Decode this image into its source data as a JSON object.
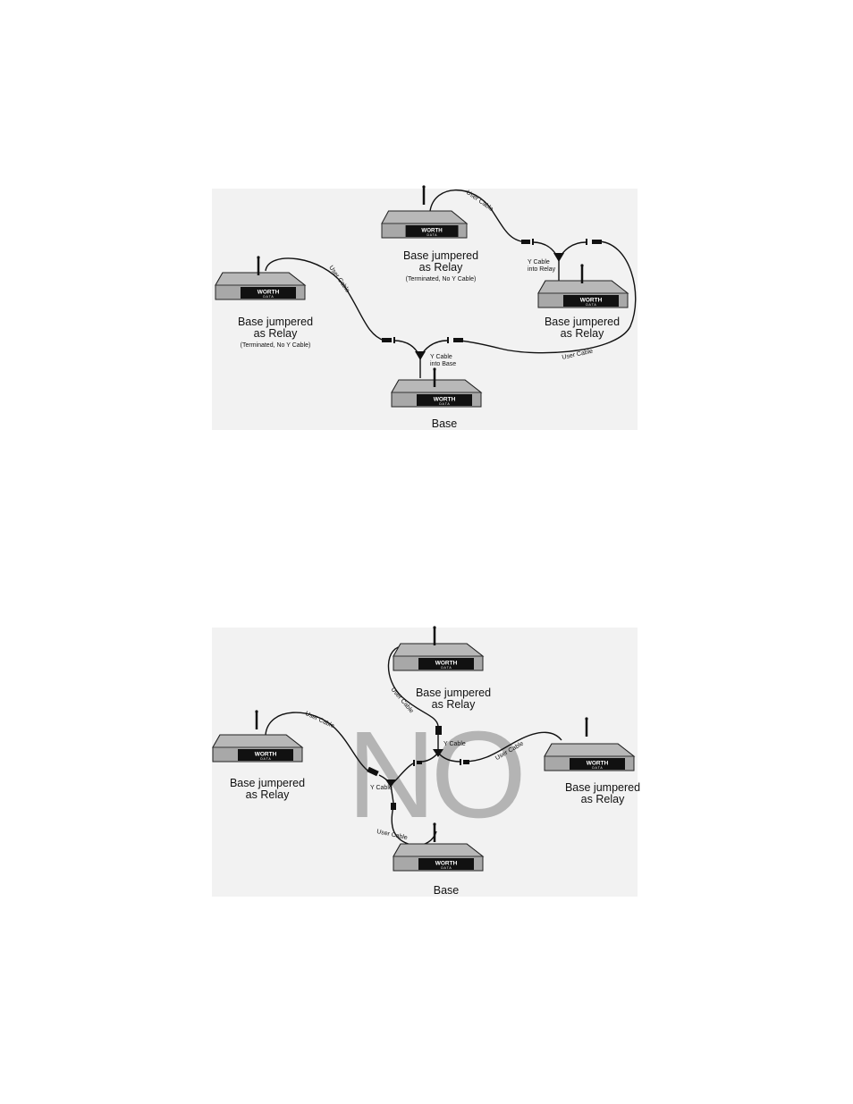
{
  "diagram_top": {
    "units": [
      {
        "name": "relay-top-center",
        "label": "Base jumpered\nas Relay",
        "note": "(Terminated, No Y Cable)"
      },
      {
        "name": "relay-left",
        "label": "Base jumpered\nas Relay",
        "note": "(Terminated, No Y Cable)"
      },
      {
        "name": "relay-right",
        "label": "Base jumpered\nas Relay",
        "note": ""
      },
      {
        "name": "base",
        "label": "Base",
        "note": ""
      }
    ],
    "y_cable_relay": "Y Cable\ninto Relay",
    "y_cable_base": "Y Cable\ninto Base",
    "user_cable": "User Cable"
  },
  "diagram_bottom": {
    "no_mark": "NO",
    "units": [
      {
        "name": "relay-top",
        "label": "Base jumpered\nas Relay"
      },
      {
        "name": "relay-left",
        "label": "Base jumpered\nas Relay"
      },
      {
        "name": "relay-right",
        "label": "Base jumpered\nas Relay"
      },
      {
        "name": "base",
        "label": "Base"
      }
    ],
    "y_cable": "Y Cable",
    "user_cable": "User Cable"
  },
  "brand": {
    "logo_text": "WORTH",
    "logo_sub": "DATA"
  },
  "colors": {
    "unit_fill": "#a9a9a9",
    "panel_bg": "#f2f2f2",
    "no_mark": "#b4b4b4"
  }
}
